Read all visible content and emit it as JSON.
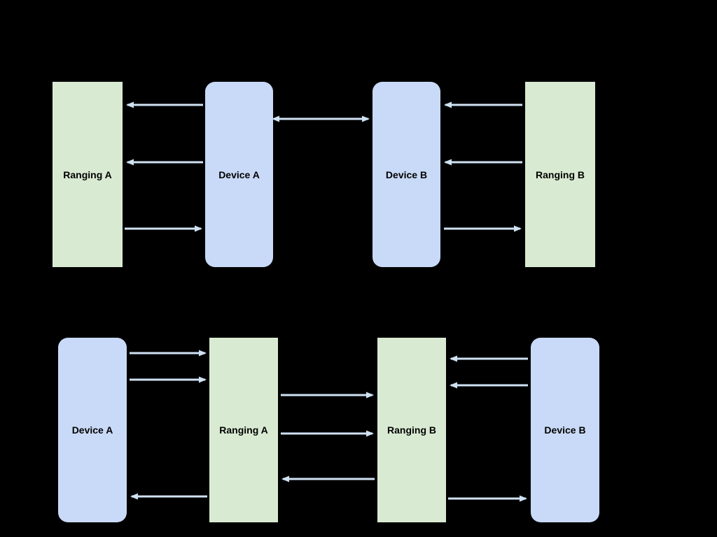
{
  "colors": {
    "background": "#000000",
    "device_box_fill": "#c9daf8",
    "ranging_box_fill": "#d9ead3",
    "arrow": "#cfe2f3",
    "label_text": "#000000"
  },
  "top_diagram": {
    "boxes": [
      {
        "id": "ranging-a",
        "label": "Ranging A",
        "type": "ranging"
      },
      {
        "id": "device-a",
        "label": "Device A",
        "type": "device"
      },
      {
        "id": "device-b",
        "label": "Device B",
        "type": "device"
      },
      {
        "id": "ranging-b",
        "label": "Ranging B",
        "type": "ranging"
      }
    ],
    "arrows": [
      {
        "from": "device-a",
        "to": "ranging-a",
        "bidirectional": false
      },
      {
        "from": "device-a",
        "to": "ranging-a",
        "bidirectional": false
      },
      {
        "from": "ranging-a",
        "to": "device-a",
        "bidirectional": false
      },
      {
        "from": "device-a",
        "to": "device-b",
        "bidirectional": true
      },
      {
        "from": "ranging-b",
        "to": "device-b",
        "bidirectional": false
      },
      {
        "from": "ranging-b",
        "to": "device-b",
        "bidirectional": false
      },
      {
        "from": "device-b",
        "to": "ranging-b",
        "bidirectional": false
      }
    ]
  },
  "bottom_diagram": {
    "boxes": [
      {
        "id": "device-a",
        "label": "Device A",
        "type": "device"
      },
      {
        "id": "ranging-a",
        "label": "Ranging A",
        "type": "ranging"
      },
      {
        "id": "ranging-b",
        "label": "Ranging B",
        "type": "ranging"
      },
      {
        "id": "device-b",
        "label": "Device B",
        "type": "device"
      }
    ],
    "arrows": [
      {
        "from": "device-a",
        "to": "ranging-a",
        "bidirectional": false
      },
      {
        "from": "device-a",
        "to": "ranging-a",
        "bidirectional": false
      },
      {
        "from": "ranging-a",
        "to": "device-a",
        "bidirectional": false
      },
      {
        "from": "ranging-a",
        "to": "ranging-b",
        "bidirectional": false
      },
      {
        "from": "ranging-a",
        "to": "ranging-b",
        "bidirectional": false
      },
      {
        "from": "ranging-b",
        "to": "ranging-a",
        "bidirectional": false
      },
      {
        "from": "device-b",
        "to": "ranging-b",
        "bidirectional": false
      },
      {
        "from": "device-b",
        "to": "ranging-b",
        "bidirectional": false
      },
      {
        "from": "ranging-b",
        "to": "device-b",
        "bidirectional": false
      }
    ]
  }
}
